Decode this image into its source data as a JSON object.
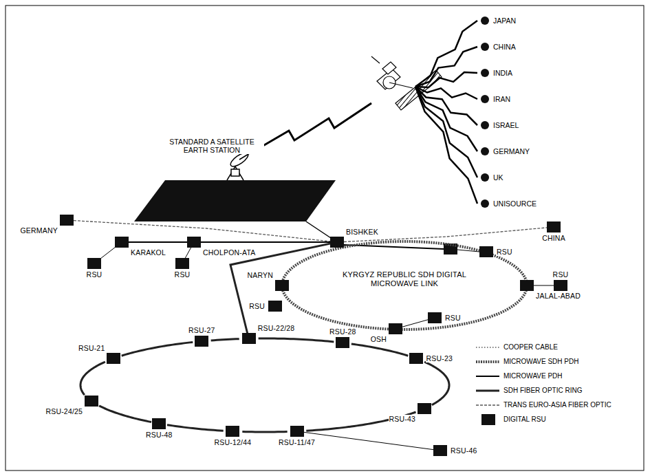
{
  "diagram": {
    "nodes": [
      {
        "text": [
          "GERMANY"
        ]
      },
      {
        "text": [
          "BISHKEK"
        ]
      },
      {
        "text": [
          "CHINA"
        ]
      },
      {
        "text": [
          "KARAKOL"
        ]
      },
      {
        "text": [
          "RSU"
        ]
      },
      {
        "text": [
          "CHOLPON-ATA"
        ]
      },
      {
        "text": [
          "RSU"
        ]
      },
      {
        "text": [
          "RSU"
        ]
      },
      {
        "text": [
          "NARYN"
        ]
      },
      {
        "text": [
          "RSU"
        ]
      },
      {
        "text": [
          "KYRGYZ REPUBLIC SDH DIGITAL MICROWAVE LINK"
        ]
      },
      {
        "text": [
          "JALAL-ABAD"
        ]
      },
      {
        "text": [
          "RSU"
        ]
      },
      {
        "text": [
          "OSH"
        ]
      },
      {
        "text": [
          "RSU"
        ]
      },
      {
        "text": [
          "RSU-21"
        ]
      },
      {
        "text": [
          "RSU-27"
        ]
      },
      {
        "text": [
          "RSU-22/28"
        ]
      },
      {
        "text": [
          "RSU-28"
        ]
      },
      {
        "text": [
          "RSU-23"
        ]
      },
      {
        "text": [
          "RSU-24/25"
        ]
      },
      {
        "text": [
          "RSU-48"
        ]
      },
      {
        "text": [
          "RSU-12/44"
        ]
      },
      {
        "text": [
          "RSU-11/47"
        ]
      },
      {
        "text": [
          "RSU-43"
        ]
      },
      {
        "text": [
          "RSU-46"
        ]
      }
    ],
    "edges": [
      {
        "from": 0,
        "to": 1,
        "arrow": "none"
      },
      {
        "from": 1,
        "to": 2,
        "arrow": "none"
      },
      {
        "from": 3,
        "to": 5,
        "arrow": "none"
      },
      {
        "from": 5,
        "to": 1,
        "arrow": "none"
      },
      {
        "from": 3,
        "to": 4,
        "arrow": "none"
      },
      {
        "from": 5,
        "to": 6,
        "arrow": "none"
      },
      {
        "from": 1,
        "to": 17,
        "arrow": "none"
      },
      {
        "from": 11,
        "to": 12,
        "arrow": "none"
      },
      {
        "from": 13,
        "to": 14,
        "arrow": "none"
      },
      {
        "from": 17,
        "to": 18,
        "arrow": "none"
      },
      {
        "from": 18,
        "to": 19,
        "arrow": "none"
      },
      {
        "from": 19,
        "to": 24,
        "arrow": "none"
      },
      {
        "from": 24,
        "to": 23,
        "arrow": "none"
      },
      {
        "from": 23,
        "to": 22,
        "arrow": "none"
      },
      {
        "from": 22,
        "to": 21,
        "arrow": "none"
      },
      {
        "from": 21,
        "to": 20,
        "arrow": "none"
      },
      {
        "from": 20,
        "to": 15,
        "arrow": "none"
      },
      {
        "from": 15,
        "to": 16,
        "arrow": "none"
      },
      {
        "from": 16,
        "to": 17,
        "arrow": "none"
      },
      {
        "from": 23,
        "to": 25,
        "arrow": "none"
      }
    ],
    "labels": [
      "STANDARD A SATELLITE EARTH STATION",
      "JAPAN",
      "CHINA",
      "INDIA",
      "IRAN",
      "ISRAEL",
      "GERMANY",
      "UK",
      "UNISOURCE"
    ],
    "legend": [
      {
        "text": "COOPER CABLE"
      },
      {
        "text": "MICROWAVE SDH PDH"
      },
      {
        "text": "MICROWAVE PDH"
      },
      {
        "text": "SDH FIBER OPTIC RING"
      },
      {
        "text": "TRANS EURO-ASIA FIBER OPTIC"
      },
      {
        "text": "DIGITAL RSU",
        "color": "#111111"
      }
    ]
  }
}
